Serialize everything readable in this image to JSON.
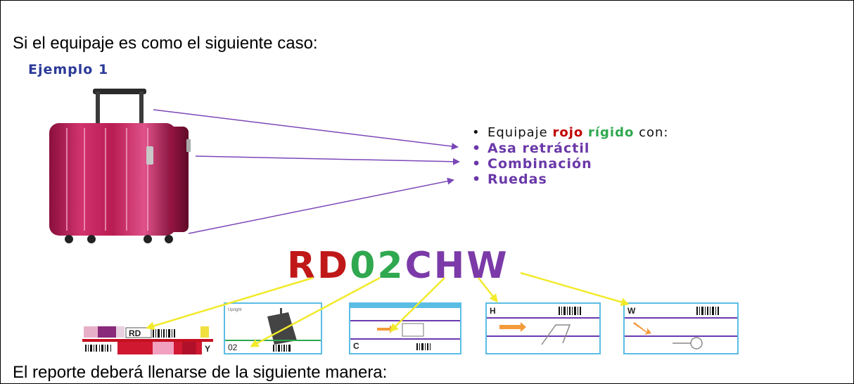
{
  "document": {
    "intro_text": "Si el equipaje es como el siguiente caso:",
    "example_title": "Ejemplo 1",
    "outro_text": "El reporte deberá llenarse de la siguiente manera:"
  },
  "features": {
    "line1_prefix": "Equipaje ",
    "line1_red": "rojo",
    "line1_green": "rígido",
    "line1_suffix": " con:",
    "items": [
      "Asa retráctil",
      "Combinación",
      "Ruedas"
    ],
    "bullet": "•"
  },
  "code": {
    "segments": [
      {
        "text": "RD",
        "color": "#c01818"
      },
      {
        "text": "02",
        "color": "#2fa84f"
      },
      {
        "text": "CHW",
        "color": "#7b3aa8"
      }
    ]
  },
  "tags": {
    "tag1_code": "RD",
    "tag1_letter": "Y",
    "tag2_code": "02",
    "tag3_letter": "C",
    "tag4_letter": "H",
    "tag5_letter": "W"
  },
  "colors": {
    "purple_arrow": "#7b47b8",
    "yellow_arrow": "#f2ea2a",
    "tag_border": "#5bbde4",
    "tag_line": "#6b3ab0"
  }
}
